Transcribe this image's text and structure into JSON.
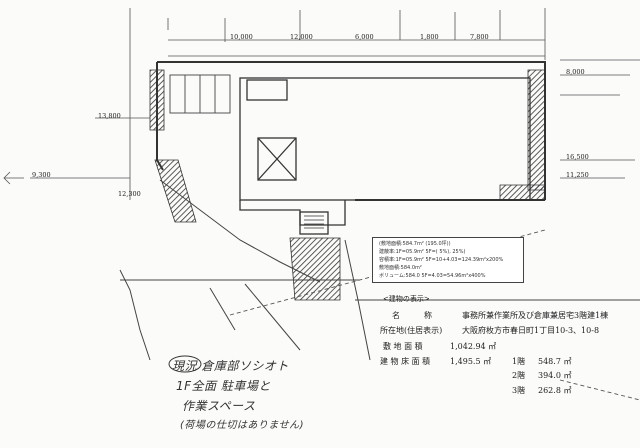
{
  "legend": {
    "rows": [
      "(敷地面積:584.7m² (195.0坪))",
      "建蔽率:1F=05.9m² 5F=( 5%), 25%)",
      "容積率:1F=05.9m² 5F=10+4.03=124.39m²x200%",
      "敷地面積:584.0m²",
      "ボリューム:584.0 5F=4.03=54.96m²x400%"
    ]
  },
  "info": {
    "title": "<建物の表示>",
    "rows": [
      {
        "label": "名　　　称",
        "value": "事務所兼作業所及び倉庫兼居宅3階建1棟"
      },
      {
        "label": "所在地(住居表示)",
        "value": "大阪府枚方市春日町1丁目10-3、10-8"
      },
      {
        "label": "敷 地 面 積",
        "value": "1,042.94 ㎡"
      },
      {
        "label": "建 物 床 面 積",
        "value": "1,495.5 ㎡"
      }
    ],
    "floors": [
      {
        "label": "1階",
        "value": "548.7 ㎡"
      },
      {
        "label": "2階",
        "value": "394.0 ㎡"
      },
      {
        "label": "3階",
        "value": "262.8 ㎡"
      }
    ]
  },
  "note": {
    "lines": [
      "現況 倉庫部ソシオト",
      "1F全面 駐車場と",
      "作業スペース",
      "(荷場の仕切はありません)"
    ]
  },
  "drawing": {
    "dimensions_top": [
      "10,000",
      "12,000",
      "6,000",
      "1,800",
      "7,800"
    ],
    "dimensions_left": [
      "13,800",
      "9,300",
      "12,300"
    ],
    "dimensions_right": [
      "8,000",
      "16,500",
      "11,250"
    ]
  }
}
